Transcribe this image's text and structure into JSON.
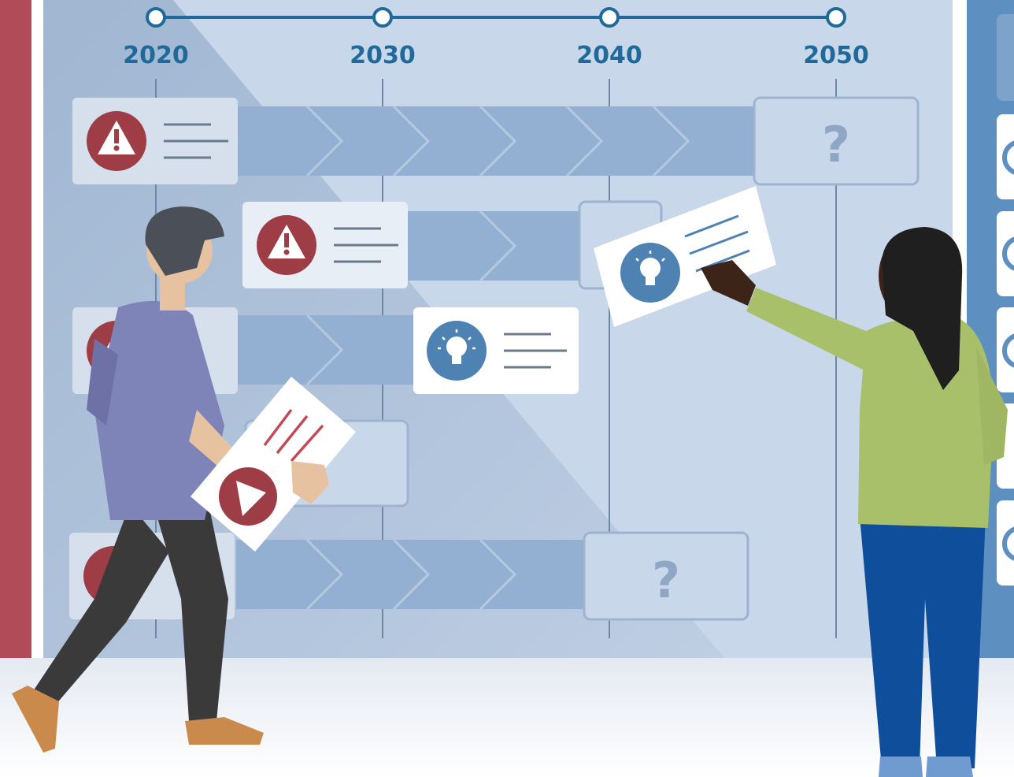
{
  "timeline": {
    "years": [
      "2020",
      "2030",
      "2040",
      "2050"
    ]
  },
  "cards": {
    "unknown_top": "?",
    "unknown_bottom": "?"
  },
  "colors": {
    "wall_left": "#b14b57",
    "board_bg": "#c9d7ea",
    "timeline_line": "#1f6a9a",
    "year_text": "#1f6a9a",
    "warning_red": "#9e3d45",
    "idea_blue": "#4e82b2",
    "arrow_band": "#93b0d2",
    "right_panel": "#5d8fc0"
  },
  "icons": [
    "warning-icon",
    "lightbulb-icon",
    "question-icon"
  ]
}
